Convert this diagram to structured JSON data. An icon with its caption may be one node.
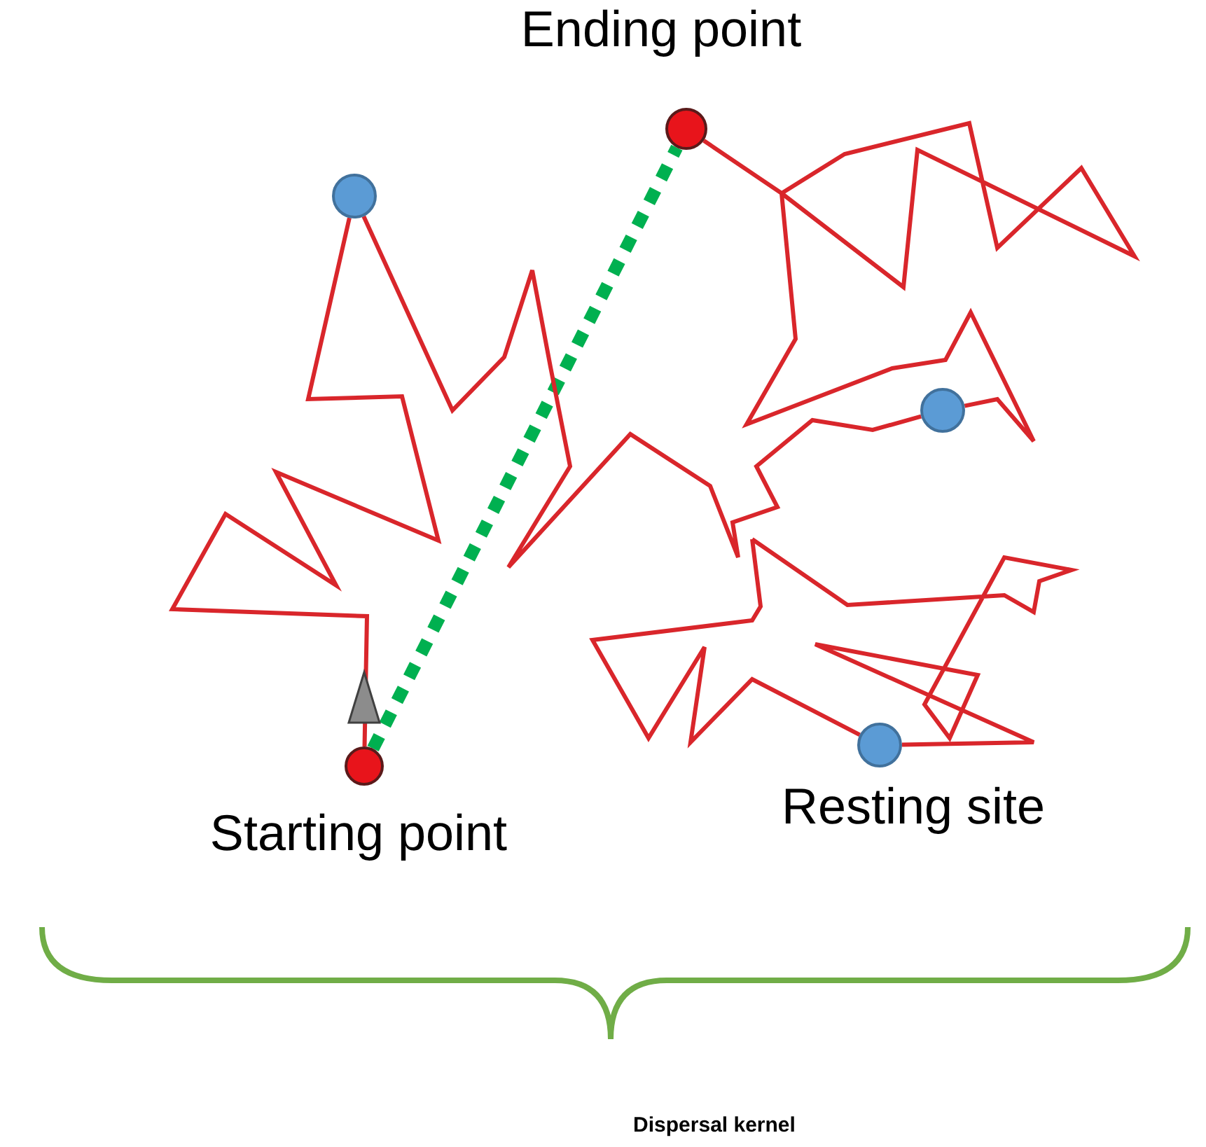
{
  "diagram": {
    "caption": "Dispersal kernel",
    "nodes": [
      {
        "text": [
          "Starting point"
        ]
      },
      {
        "text": [
          "Ending point"
        ]
      },
      {
        "text": [
          "Resting site"
        ]
      },
      {
        "text": [],
        "shape": "circle"
      },
      {
        "text": [],
        "shape": "circle"
      }
    ],
    "edges": [
      {
        "from": 0,
        "to": 1,
        "arrow": "none",
        "style": "dashed",
        "color": "#00b050"
      },
      {
        "from": 0,
        "to": 3,
        "arrow": "to",
        "color": "#d9262b"
      },
      {
        "from": 3,
        "to": 4,
        "arrow": "none",
        "color": "#d9262b"
      },
      {
        "from": 4,
        "to": 1,
        "arrow": "none",
        "color": "#d9262b"
      },
      {
        "from": null,
        "to": 2,
        "arrow": "none",
        "color": "#d9262b"
      },
      {
        "from": null,
        "to": 2,
        "arrow": "none",
        "color": "#d9262b"
      }
    ]
  }
}
